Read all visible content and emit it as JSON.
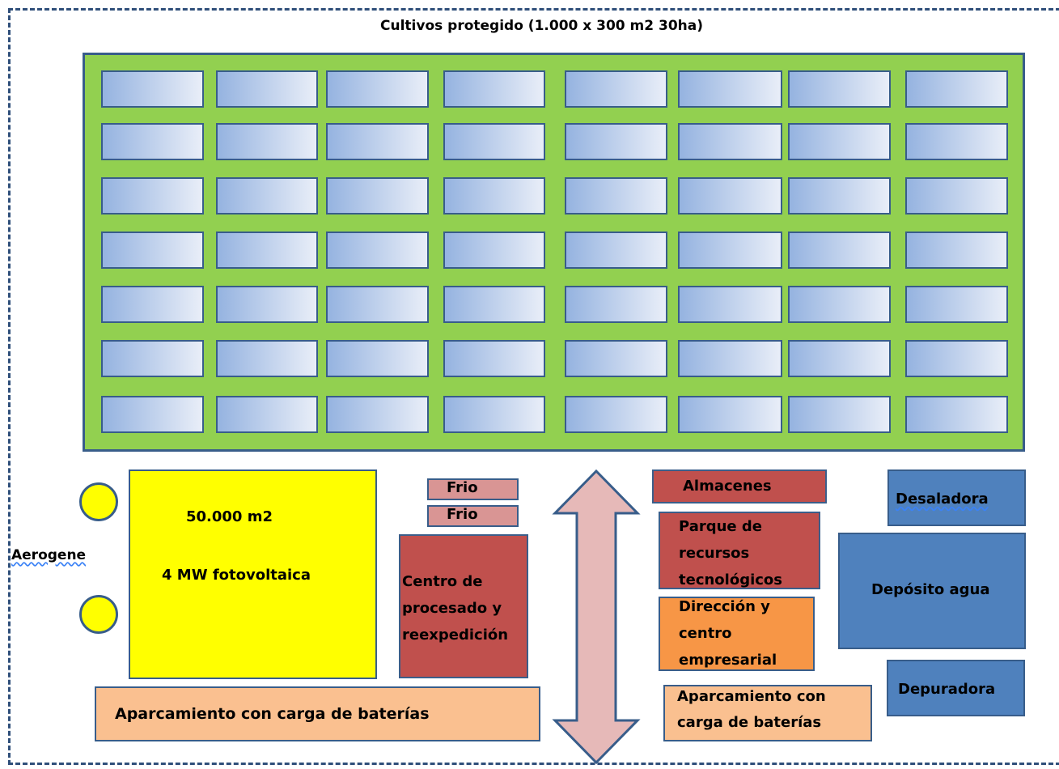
{
  "diagram": {
    "title": "Cultivos protegido (1.000 x 300 m2   30ha)",
    "solar": {
      "area": "50.000 m2",
      "power": "4 MW fotovoltaica"
    },
    "wind_label": "Aerogene",
    "cold_1": "Frio",
    "cold_2": "Frio",
    "processing": "Centro de\nprocesado y\nreexpedición",
    "warehouses": "Almacenes",
    "tech_park": "Parque de\nrecursos\ntecnológicos",
    "management": "Dirección y\ncentro\nempresarial",
    "parking_left": "Aparcamiento con carga de baterías",
    "parking_right": "Aparcamiento con\ncarga de baterías",
    "desalination": "Desaladora",
    "water_tank": "Depósito agua",
    "treatment": "Depuradora"
  },
  "colors": {
    "field": "#92d050",
    "solar": "#ffff00",
    "building_red": "#c0504d",
    "cold_pink": "#d99594",
    "management_orange": "#f79646",
    "parking_peach": "#fac090",
    "water_blue": "#4f81bd",
    "outline": "#385d8a",
    "arrow": "#e6b9b8"
  }
}
